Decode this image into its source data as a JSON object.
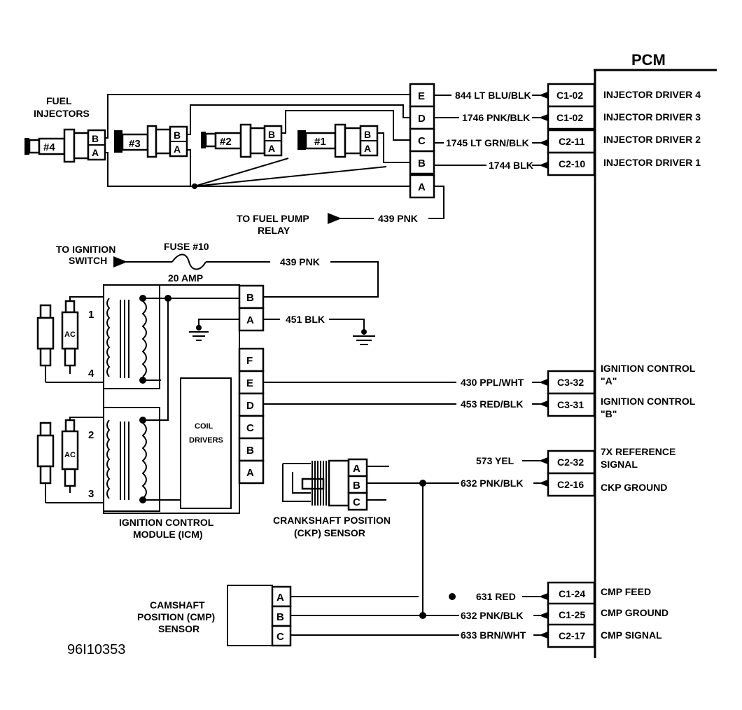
{
  "title": "PCM",
  "figure_id": "96I10353",
  "injectors": {
    "label_line1": "FUEL",
    "label_line2": "INJECTORS",
    "names": [
      "#4",
      "#3",
      "#2",
      "#1"
    ],
    "pin_b": "B",
    "pin_a": "A"
  },
  "injector_connector": {
    "pins": [
      "E",
      "D",
      "C",
      "B",
      "A"
    ]
  },
  "injector_circuits": [
    {
      "wire": "844 LT BLU/BLK",
      "terminal": "C1-02",
      "function": "INJECTOR DRIVER 4"
    },
    {
      "wire": "1746 PNK/BLK",
      "terminal": "C1-02",
      "function": "INJECTOR DRIVER 3"
    },
    {
      "wire": "1745 LT GRN/BLK",
      "terminal": "C2-11",
      "function": "INJECTOR DRIVER 2"
    },
    {
      "wire": "1744 BLK",
      "terminal": "C2-10",
      "function": "INJECTOR DRIVER 1"
    }
  ],
  "fuel_pump": {
    "label_line1": "TO FUEL PUMP",
    "label_line2": "RELAY",
    "wire": "439 PNK"
  },
  "ignition_switch": {
    "label_line1": "TO IGNITION",
    "label_line2": "SWITCH",
    "fuse_line1": "FUSE #10",
    "fuse_line2": "20 AMP",
    "wire": "439 PNK"
  },
  "ground_wire": "451 BLK",
  "icm": {
    "label_line1": "IGNITION CONTROL",
    "label_line2": "MODULE (ICM)",
    "coil_drivers_line1": "COIL",
    "coil_drivers_line2": "DRIVERS",
    "top_pins": [
      "B",
      "A"
    ],
    "pins": [
      "F",
      "E",
      "D",
      "C",
      "B",
      "A"
    ],
    "plug_numbers": [
      "1",
      "4",
      "2",
      "3"
    ],
    "plug_text": "AC"
  },
  "ignition_control_circuits": [
    {
      "wire": "430 PPL/WHT",
      "terminal": "C3-32",
      "function_line1": "IGNITION CONTROL",
      "function_line2": "\"A\""
    },
    {
      "wire": "453 RED/BLK",
      "terminal": "C3-31",
      "function_line1": "IGNITION CONTROL",
      "function_line2": "\"B\""
    }
  ],
  "ckp_sensor": {
    "label_line1": "CRANKSHAFT POSITION",
    "label_line2": "(CKP) SENSOR",
    "pins": [
      "A",
      "B",
      "C"
    ]
  },
  "ckp_circuits": [
    {
      "wire": "573 YEL",
      "terminal": "C2-32",
      "function_line1": "7X REFERENCE",
      "function_line2": "SIGNAL"
    },
    {
      "wire": "632 PNK/BLK",
      "terminal": "C2-16",
      "function_line1": "CKP GROUND",
      "function_line2": ""
    }
  ],
  "cmp_sensor": {
    "label_line1": "CAMSHAFT",
    "label_line2": "POSITION (CMP)",
    "label_line3": "SENSOR",
    "pins": [
      "A",
      "B",
      "C"
    ]
  },
  "cmp_circuits": [
    {
      "wire": "631 RED",
      "terminal": "C1-24",
      "function": "CMP FEED"
    },
    {
      "wire": "632 PNK/BLK",
      "terminal": "C1-25",
      "function": "CMP GROUND"
    },
    {
      "wire": "633 BRN/WHT",
      "terminal": "C2-17",
      "function": "CMP SIGNAL"
    }
  ]
}
